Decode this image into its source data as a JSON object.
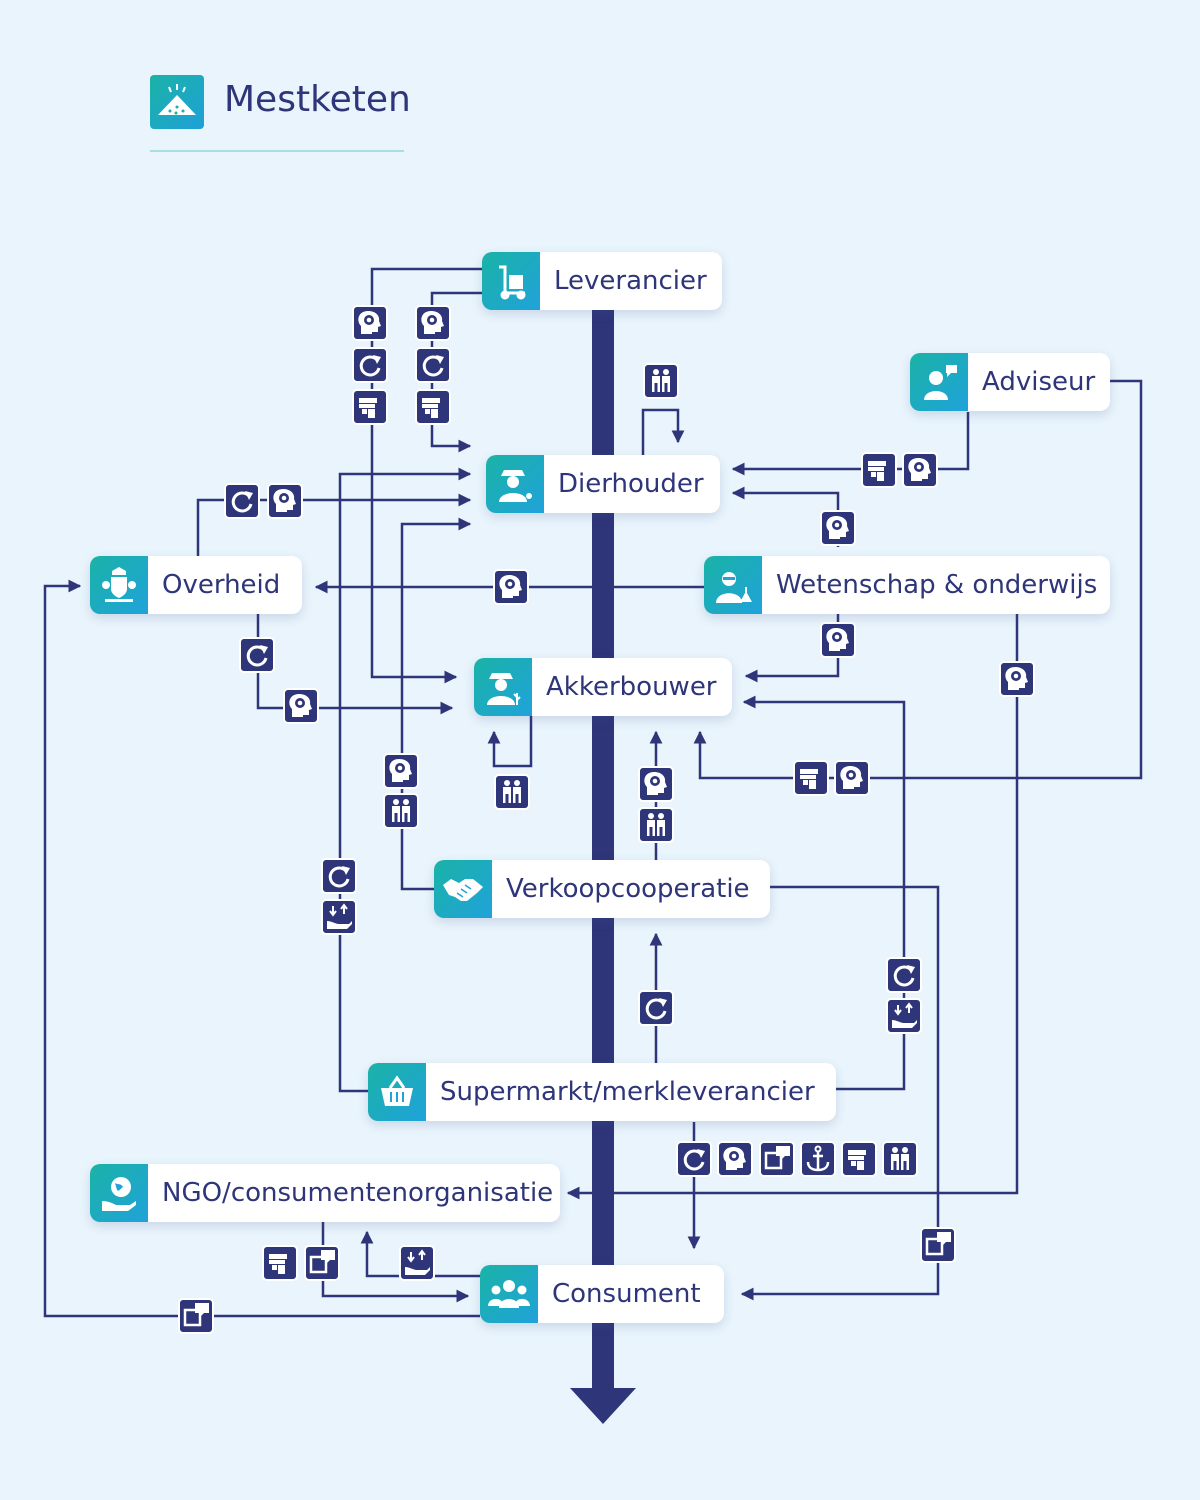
{
  "title": "Mestketen",
  "title_icon": "manure-pile-icon",
  "colors": {
    "background": "#e9f4fc",
    "navy": "#2e3579",
    "teal": "#1ab3a6",
    "blue": "#20a2da",
    "card": "#ffffff"
  },
  "actors": {
    "leverancier": {
      "label": "Leverancier",
      "icon": "hand-truck-icon"
    },
    "adviseur": {
      "label": "Adviseur",
      "icon": "advisor-icon"
    },
    "dierhouder": {
      "label": "Dierhouder",
      "icon": "farmer-animal-icon"
    },
    "overheid": {
      "label": "Overheid",
      "icon": "government-crest-icon"
    },
    "wetenschap": {
      "label": "Wetenschap & onderwijs",
      "icon": "scientist-icon"
    },
    "akkerbouwer": {
      "label": "Akkerbouwer",
      "icon": "farmer-crop-icon"
    },
    "verkoopcooperatie": {
      "label": "Verkoopcooperatie",
      "icon": "handshake-icon"
    },
    "supermarkt": {
      "label": "Supermarkt/merkleverancier",
      "icon": "basket-icon"
    },
    "ngo": {
      "label": "NGO/consumentenorganisatie",
      "icon": "globe-hand-icon"
    },
    "consument": {
      "label": "Consument",
      "icon": "people-group-icon"
    }
  },
  "badge_types": [
    "knowledge-icon",
    "circular-icon",
    "instruction-icon",
    "cooperation-icon",
    "exchange-icon",
    "communication-icon",
    "anchor-icon"
  ]
}
